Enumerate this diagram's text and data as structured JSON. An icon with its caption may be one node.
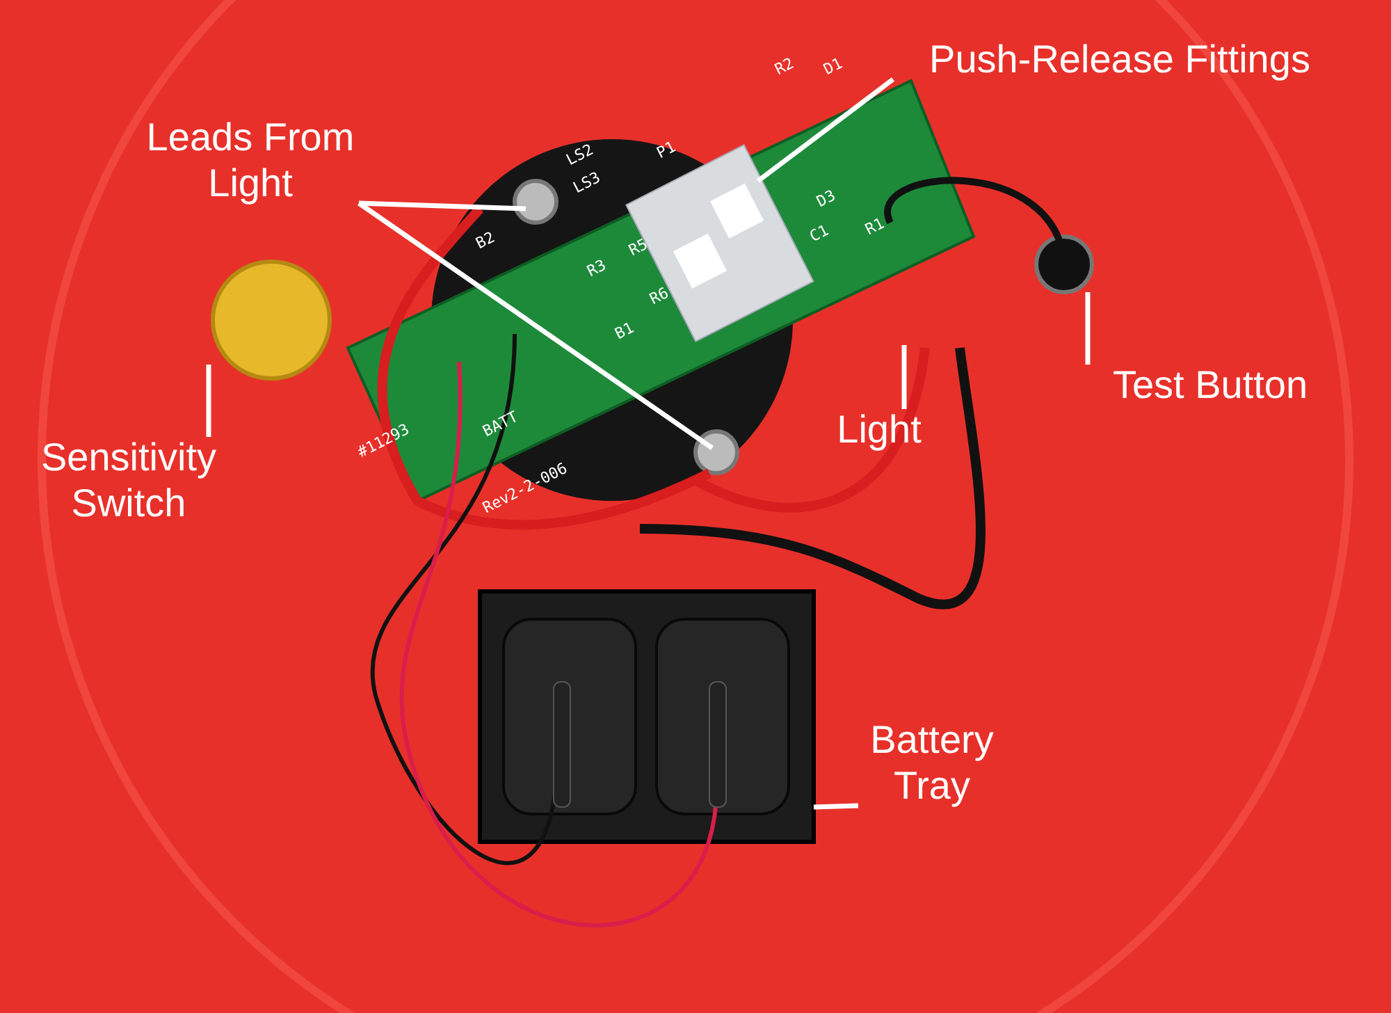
{
  "diagram": {
    "nodes": [
      {
        "text": [
          "Leads From Light"
        ]
      },
      {
        "text": [
          "Push-Release Fittings"
        ]
      },
      {
        "text": [
          "Test Button"
        ]
      },
      {
        "text": [
          "Light"
        ]
      },
      {
        "text": [
          "Sensitivity Switch"
        ]
      },
      {
        "text": [
          "Battery Tray"
        ]
      }
    ],
    "edges": [
      {
        "from": 0,
        "to": null,
        "arrow": "none"
      },
      {
        "from": 0,
        "to": null,
        "arrow": "none"
      },
      {
        "from": 1,
        "to": null,
        "arrow": "none"
      },
      {
        "from": 2,
        "to": null,
        "arrow": "none"
      },
      {
        "from": 3,
        "to": null,
        "arrow": "none"
      },
      {
        "from": 4,
        "to": null,
        "arrow": "none"
      },
      {
        "from": 5,
        "to": null,
        "arrow": "none"
      }
    ],
    "labels": [
      "R2",
      "D1",
      "LS2",
      "LS3",
      "P1",
      "D3",
      "C1",
      "R1",
      "B2",
      "R3",
      "R5",
      "R6",
      "B1",
      "#11293",
      "BATT",
      "Rev2-2-006"
    ]
  }
}
